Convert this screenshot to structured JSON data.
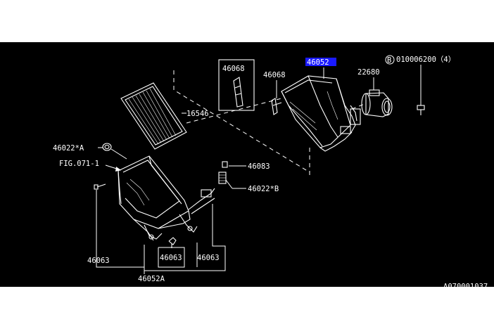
{
  "diagram": {
    "part_labels": {
      "p46052": "46052",
      "p46068_box": "46068",
      "p46068": "46068",
      "p22680": "22680",
      "bolt": "010006200（4）",
      "bolt_symbol": "B",
      "p16546": "16546",
      "p46022A": "46022*A",
      "fig": "FIG.071-1",
      "p46083": "46083",
      "p46022B": "46022*B",
      "p46063_left": "46063",
      "p46063_mid": "46063",
      "p46063_right": "46063",
      "p46052A": "46052A",
      "drawing_no": "A070001037"
    },
    "colors": {
      "background": "#000000",
      "linework": "#ffffff",
      "highlight": "#1a1aff"
    }
  }
}
